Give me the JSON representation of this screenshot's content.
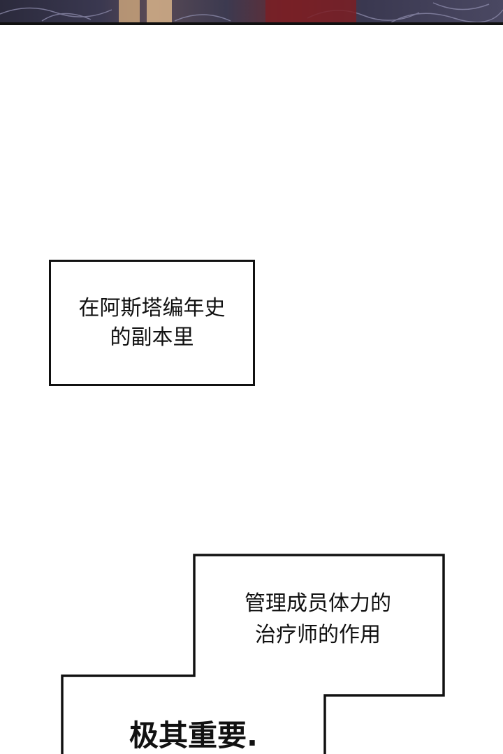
{
  "panel": {
    "top_artwork": "cropped illustration strip",
    "colors": {
      "ink": "#111111",
      "paper": "#ffffff"
    }
  },
  "captions": {
    "first": "在阿斯塔编年史\n的副本里",
    "second": "管理成员体力的\n治疗师的作用",
    "third": "极其重要."
  }
}
